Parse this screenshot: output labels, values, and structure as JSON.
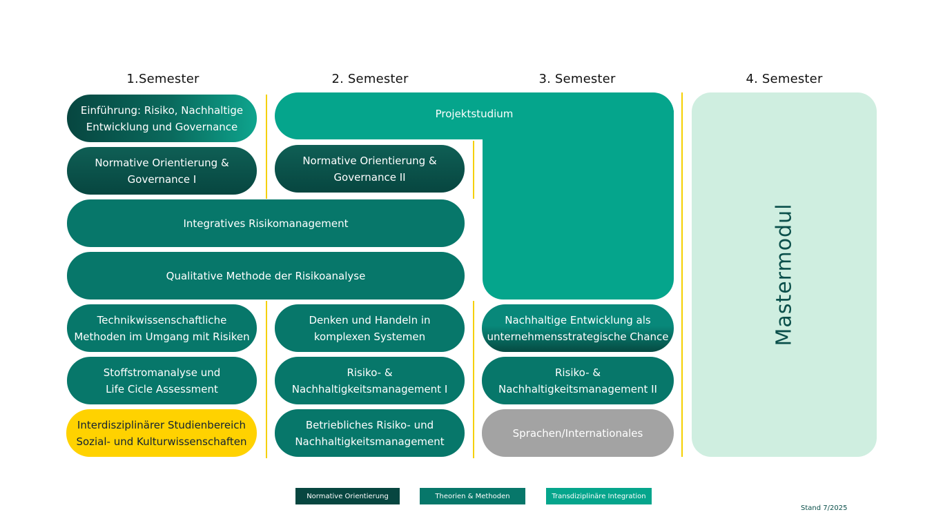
{
  "semesters": [
    "1.Semester",
    "2. Semester",
    "3. Semester",
    "4. Semester"
  ],
  "modules": {
    "einfuehrung": "Einführung: Risiko, Nachhaltige\nEntwicklung und Governance",
    "normative1": "Normative Orientierung &\nGovernance I",
    "normative2": "Normative Orientierung &\nGovernance II",
    "projektstudium": "Projektstudium",
    "integratives": "Integratives Risikomanagement",
    "qualitative": "Qualitative Methode der Risikoanalyse",
    "technik": "Technikwissenschaftliche\nMethoden im Umgang mit Risiken",
    "denken": "Denken und Handeln in\nkomplexen Systemen",
    "nachhaltige": "Nachhaltige Entwicklung als\nunternehmensstrategische Chance",
    "stoffstrom": "Stoffstromanalyse und\nLife Cicle Assessment",
    "risiko1": "Risiko- &\nNachhaltigkeitsmanagement I",
    "risiko2": "Risiko- &\nNachhaltigkeitsmanagement II",
    "interdisziplinaer": "Interdisziplinärer Studienbereich\nSozial- und Kulturwissenschaften",
    "betriebliches": "Betriebliches Risiko- und\nNachhaltigkeitsmanagement",
    "sprachen": "Sprachen/Internationales",
    "mastermodul": "Mastermodul"
  },
  "legend": [
    {
      "label": "Normative Orientierung",
      "color": "#074640"
    },
    {
      "label": "Theorien & Methoden",
      "color": "#07776a"
    },
    {
      "label": "Transdiziplinäre Integration",
      "color": "#05a58c"
    }
  ],
  "colors": {
    "divider": "#f5d000",
    "yellow_module": "#ffd200",
    "grey_module": "#a3a3a3",
    "mastermodul_bg": "#cfeee0"
  },
  "footer": {
    "stand": "Stand 7/2025"
  }
}
